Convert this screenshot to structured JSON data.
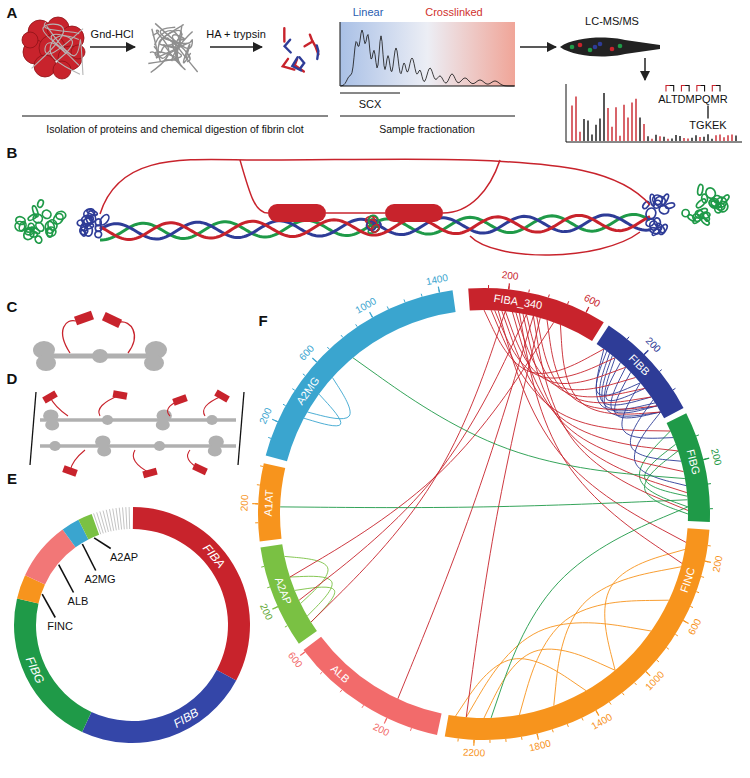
{
  "diagram": {
    "nodes": [
      {
        "text": [
          "FIBA"
        ]
      },
      {
        "text": [
          "FIBB"
        ]
      },
      {
        "text": [
          "FIBG"
        ]
      },
      {
        "text": [
          "FINC"
        ]
      },
      {
        "text": [
          "ALB"
        ]
      },
      {
        "text": [
          "A2MG"
        ]
      },
      {
        "text": [
          "A2AP"
        ]
      },
      {
        "text": [
          "FIBA_340"
        ]
      },
      {
        "text": [
          "FIBB"
        ]
      },
      {
        "text": [
          "FIBG"
        ]
      },
      {
        "text": [
          "FINC"
        ]
      },
      {
        "text": [
          "ALB"
        ]
      },
      {
        "text": [
          "A2AP"
        ]
      },
      {
        "text": [
          "A1AT"
        ]
      },
      {
        "text": [
          "A2MG"
        ]
      }
    ],
    "edges": [
      {
        "from": 7,
        "to": 8,
        "arrow": "none"
      },
      {
        "from": 7,
        "to": 9,
        "arrow": "none"
      },
      {
        "from": 7,
        "to": 10,
        "arrow": "none"
      },
      {
        "from": 7,
        "to": 12,
        "arrow": "none"
      },
      {
        "from": 7,
        "to": 11,
        "arrow": "none"
      },
      {
        "from": 8,
        "to": 9,
        "arrow": "none"
      },
      {
        "from": 9,
        "to": 14,
        "arrow": "none"
      },
      {
        "from": 9,
        "to": 13,
        "arrow": "none"
      },
      {
        "from": 9,
        "to": 10,
        "arrow": "none"
      }
    ],
    "labels": [
      "A",
      "Gnd-HCl",
      "HA + trypsin",
      "Linear",
      "Crosslinked",
      "SCX",
      "LC-MS/MS",
      "ALTDMPQMR",
      "TGKEK",
      "Isolation of proteins and chemical digestion of fibrin clot",
      "Sample fractionation",
      "B",
      "C",
      "D",
      "E",
      "F",
      "200",
      "600",
      "200",
      "200",
      "200",
      "600",
      "1000",
      "1400",
      "1800",
      "2200",
      "200",
      "600",
      "200",
      "200",
      "200",
      "600",
      "1000",
      "1400"
    ]
  }
}
